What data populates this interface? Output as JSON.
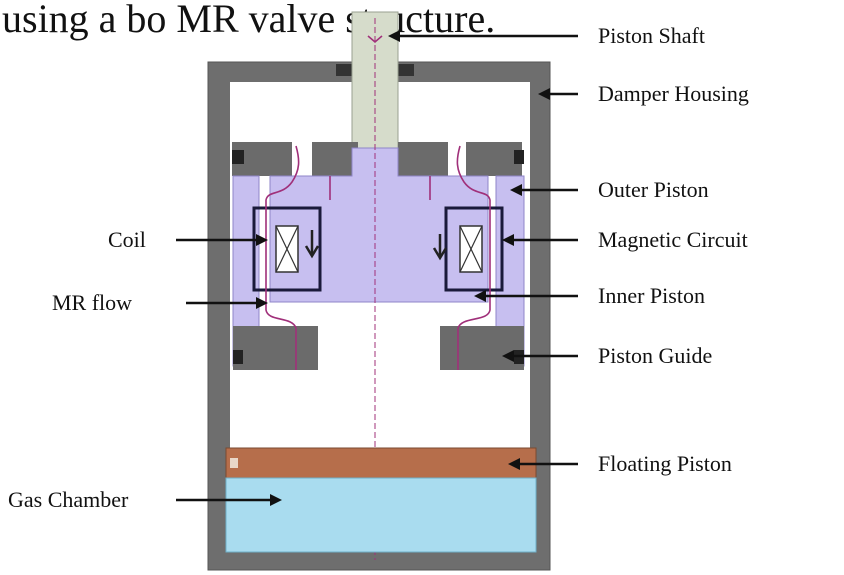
{
  "header_text": "using a bo    MR      valve structure.",
  "labels": {
    "piston_shaft": "Piston Shaft",
    "damper_housing": "Damper Housing",
    "outer_piston": "Outer Piston",
    "magnetic_circuit": "Magnetic Circuit",
    "inner_piston": "Inner Piston",
    "piston_guide": "Piston Guide",
    "floating_piston": "Floating Piston",
    "coil": "Coil",
    "mr_flow": "MR flow",
    "gas_chamber": "Gas Chamber"
  },
  "colors": {
    "housing": "#6e6e6e",
    "shaft": "#d6dccb",
    "piston": "#c7bff0",
    "guide": "#6b6b6b",
    "floating_piston": "#b66e4b",
    "gas": "#a9dcef",
    "flow_line": "#a0307a",
    "circuit": "#1a1a3a"
  }
}
